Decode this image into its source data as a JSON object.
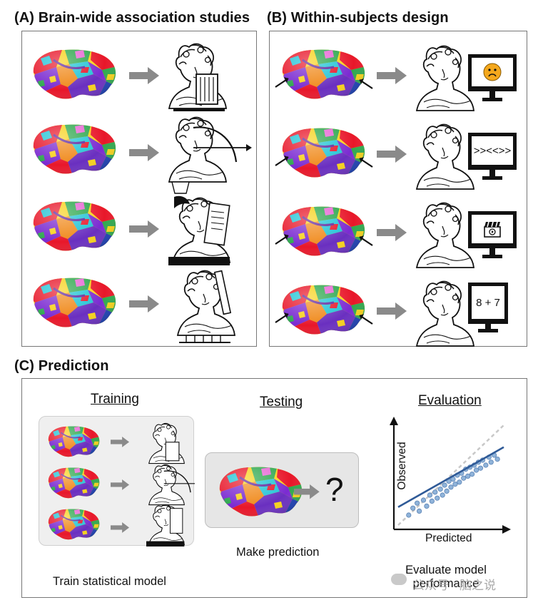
{
  "panels": {
    "a_title": "(A) Brain-wide association studies",
    "b_title": "(B) Within-subjects design",
    "c_title": "(C) Prediction"
  },
  "panel_b": {
    "screens": [
      {
        "icon": "frown-face-icon",
        "text": ""
      },
      {
        "icon": "",
        "text": ">><<>>"
      },
      {
        "icon": "clapperboard-icon",
        "text": ""
      },
      {
        "icon": "",
        "text": "8 + 7"
      }
    ]
  },
  "panel_c": {
    "training_label": "Training",
    "testing_label": "Testing",
    "evaluation_label": "Evaluation",
    "testing_output": "?",
    "train_caption": "Train statistical model",
    "test_caption": "Make prediction",
    "eval_caption_line1": "Evaluate model",
    "eval_caption_line2": "performance",
    "x_axis_label": "Predicted",
    "y_axis_label": "Observed"
  },
  "watermark": "公众号 · 脑之说",
  "colors": {
    "arrow": "#8a8a8a",
    "regression_line": "#2f5a97",
    "scatter_point": "#8fb3d9",
    "identity_line": "#c8c8c8"
  },
  "chart_data": {
    "type": "scatter",
    "xlabel": "Predicted",
    "ylabel": "Observed",
    "grid": false,
    "points": [
      [
        0.1,
        0.1
      ],
      [
        0.14,
        0.17
      ],
      [
        0.18,
        0.22
      ],
      [
        0.2,
        0.14
      ],
      [
        0.24,
        0.25
      ],
      [
        0.27,
        0.19
      ],
      [
        0.3,
        0.3
      ],
      [
        0.32,
        0.24
      ],
      [
        0.35,
        0.33
      ],
      [
        0.37,
        0.27
      ],
      [
        0.4,
        0.36
      ],
      [
        0.42,
        0.3
      ],
      [
        0.44,
        0.4
      ],
      [
        0.46,
        0.34
      ],
      [
        0.48,
        0.44
      ],
      [
        0.5,
        0.38
      ],
      [
        0.52,
        0.46
      ],
      [
        0.54,
        0.41
      ],
      [
        0.56,
        0.5
      ],
      [
        0.58,
        0.43
      ],
      [
        0.6,
        0.52
      ],
      [
        0.62,
        0.47
      ],
      [
        0.64,
        0.56
      ],
      [
        0.66,
        0.49
      ],
      [
        0.68,
        0.58
      ],
      [
        0.7,
        0.51
      ],
      [
        0.72,
        0.6
      ],
      [
        0.74,
        0.55
      ],
      [
        0.76,
        0.63
      ],
      [
        0.78,
        0.57
      ],
      [
        0.8,
        0.65
      ],
      [
        0.83,
        0.6
      ],
      [
        0.86,
        0.68
      ],
      [
        0.88,
        0.63
      ],
      [
        0.91,
        0.7
      ],
      [
        0.94,
        0.66
      ]
    ],
    "regression_line": [
      [
        0.0,
        0.18
      ],
      [
        1.0,
        0.78
      ]
    ],
    "identity_line": [
      [
        0.0,
        0.0
      ],
      [
        1.0,
        1.0
      ]
    ]
  }
}
